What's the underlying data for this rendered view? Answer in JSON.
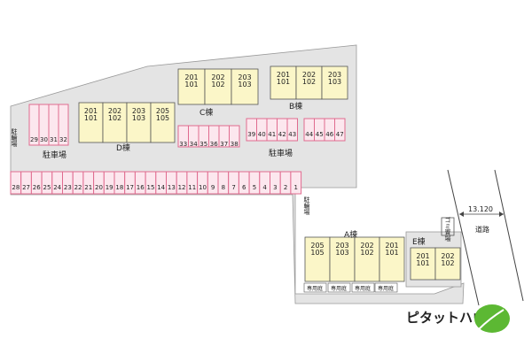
{
  "buildings": {
    "C": {
      "label": "C棟",
      "units": [
        {
          "top": "201",
          "bottom": "101"
        },
        {
          "top": "202",
          "bottom": "102"
        },
        {
          "top": "203",
          "bottom": "103"
        }
      ]
    },
    "B": {
      "label": "B棟",
      "units": [
        {
          "top": "201",
          "bottom": "101"
        },
        {
          "top": "202",
          "bottom": "102"
        },
        {
          "top": "203",
          "bottom": "103"
        }
      ]
    },
    "D": {
      "label": "D棟",
      "units": [
        {
          "top": "201",
          "bottom": "101"
        },
        {
          "top": "202",
          "bottom": "102"
        },
        {
          "top": "203",
          "bottom": "103"
        },
        {
          "top": "205",
          "bottom": "105"
        }
      ]
    },
    "A": {
      "label": "A棟",
      "units": [
        {
          "top": "205",
          "bottom": "105"
        },
        {
          "top": "203",
          "bottom": "103"
        },
        {
          "top": "202",
          "bottom": "102"
        },
        {
          "top": "201",
          "bottom": "101"
        }
      ]
    },
    "E": {
      "label": "E棟",
      "units": [
        {
          "top": "201",
          "bottom": "101"
        },
        {
          "top": "202",
          "bottom": "102"
        }
      ]
    }
  },
  "parking": {
    "row_bottom": [
      "28",
      "27",
      "26",
      "25",
      "24",
      "23",
      "22",
      "21",
      "20",
      "19",
      "18",
      "17",
      "16",
      "15",
      "14",
      "13",
      "12",
      "11",
      "10",
      "9",
      "8",
      "7",
      "6",
      "5",
      "4",
      "3",
      "2",
      "1"
    ],
    "row_left": [
      "29",
      "30",
      "31",
      "32"
    ],
    "row_mid": [
      "33",
      "34",
      "35",
      "36",
      "37",
      "38"
    ],
    "row_right": [
      "39",
      "40",
      "41",
      "42",
      "43"
    ],
    "row_far": [
      "44",
      "45",
      "46",
      "47"
    ]
  },
  "labels": {
    "parking_left": "駐車場",
    "parking_right": "駐車場",
    "bike_left": "駐輪場",
    "bike_mid": "駐輪場",
    "garbage": "ゴミ置場",
    "road_width": "13.120",
    "road": "道路",
    "private_garden": "専用庭",
    "brand": "ピタットハウス"
  },
  "colors": {
    "parking_fill": "#fce7ee",
    "parking_stroke": "#e06b8f",
    "building_fill": "#fbf6c8",
    "lot_fill": "#e4e4e4",
    "brand_green": "#5cb833"
  }
}
